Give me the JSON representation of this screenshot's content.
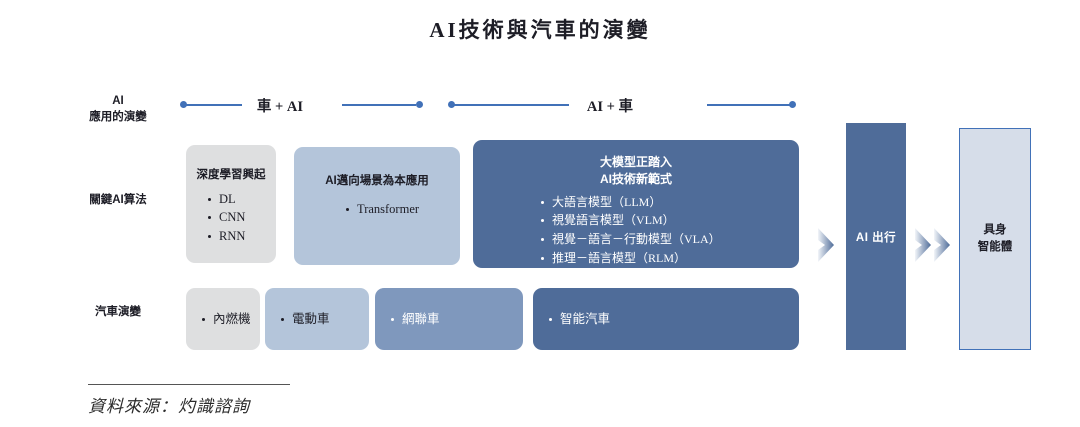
{
  "title": "AI技術與汽車的演變",
  "rows": [
    {
      "label": "AI\n應用的演變",
      "label_line1": "AI",
      "label_line2": "應用的演變"
    },
    {
      "label": "關鍵AI算法"
    },
    {
      "label": "汽車演變"
    }
  ],
  "timeline": {
    "left_label": "車 + AI",
    "right_label": "AI + 車",
    "dot_color": "#4171b8",
    "line_color": "#4171b8"
  },
  "algorithms": [
    {
      "title": "深度學習興起",
      "bullets": [
        "DL",
        "CNN",
        "RNN"
      ],
      "fill": "#dedfe0",
      "text": "#1d1d26"
    },
    {
      "title": "AI邁向場景為本應用",
      "bullets": [
        "Transformer"
      ],
      "fill": "#b4c5da",
      "text": "#1d1d26"
    },
    {
      "title_line1": "大模型正踏入",
      "title_line2": "AI技術新範式",
      "bullets": [
        "大語言模型（LLM）",
        "視覺語言模型（VLM）",
        "視覺－語言－行動模型（VLA）",
        "推理－語言模型（RLM）"
      ],
      "fill": "#4f6c99",
      "text": "#ffffff"
    }
  ],
  "vehicles": [
    {
      "label": "內燃機",
      "fill": "#dedfe0",
      "text": "#1d1d26"
    },
    {
      "label": "電動車",
      "fill": "#b4c5da",
      "text": "#1d1d26"
    },
    {
      "label": "網聯車",
      "fill": "#7f98bd",
      "text": "#ffffff"
    },
    {
      "label": "智能汽車",
      "fill": "#4f6c99",
      "text": "#ffffff"
    }
  ],
  "outcomes": {
    "ai_travel": "AI 出行",
    "embodied_line1": "具身",
    "embodied_line2": "智能體",
    "ai_travel_fill": "#4f6c99",
    "embodied_fill": "#d6dde9",
    "embodied_border": "#4171b8"
  },
  "source": {
    "note": "資料來源：灼識諮詢"
  }
}
